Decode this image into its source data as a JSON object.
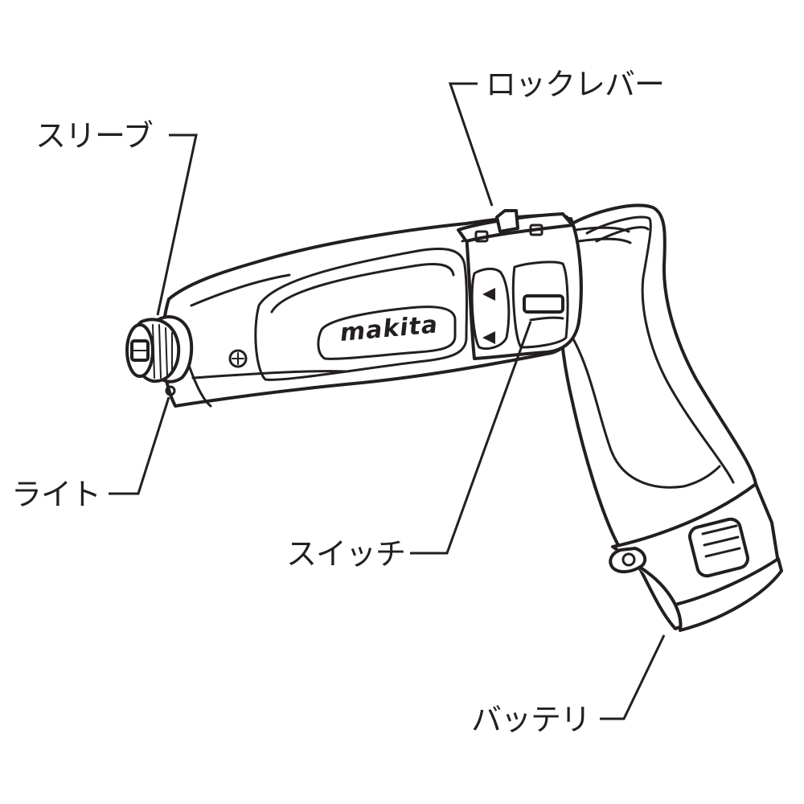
{
  "labels": {
    "lock_lever": "ロックレバー",
    "sleeve": "スリーブ",
    "light": "ライト",
    "switch": "スイッチ",
    "battery": "バッテリ"
  },
  "brand": {
    "logo_text": "makita"
  },
  "colors": {
    "ink": "#231f20",
    "background": "#ffffff"
  }
}
